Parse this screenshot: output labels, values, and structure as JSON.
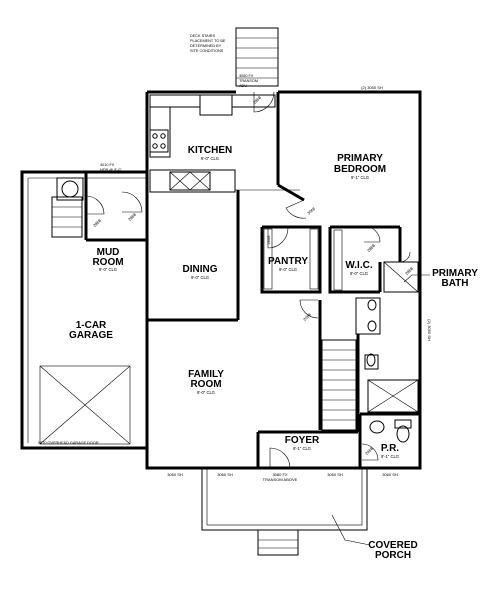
{
  "rooms": {
    "kitchen": {
      "name": "KITCHEN",
      "clg": "9'-0\" CLG"
    },
    "primary_bedroom": {
      "line1": "PRIMARY",
      "line2": "BEDROOM",
      "clg": "9'-1\" CLG"
    },
    "mud_room": {
      "line1": "MUD",
      "line2": "ROOM",
      "clg": "9'-0\" CLG"
    },
    "pantry": {
      "name": "PANTRY",
      "clg": "9'-0\" CLG"
    },
    "wic": {
      "name": "W.I.C.",
      "clg": "9'-0\" CLG"
    },
    "primary_bath": {
      "line1": "PRIMARY",
      "line2": "BATH"
    },
    "dining": {
      "name": "DINING",
      "clg": "9'-0\" CLG"
    },
    "garage": {
      "line1": "1-CAR",
      "line2": "GARAGE"
    },
    "family_room": {
      "line1": "FAMILY",
      "line2": "ROOM",
      "clg": "9'-0\" CLG"
    },
    "foyer": {
      "name": "FOYER",
      "clg": "9'-1\" CLG"
    },
    "powder_room": {
      "name": "P.R.",
      "clg": "9'-1\" CLG"
    },
    "covered_porch": {
      "line1": "COVERED",
      "line2": "PORCH"
    }
  },
  "notes": {
    "deck_stairs": [
      "DECK STAIRS",
      "PLACEMENT TO BE",
      "DETERMINED BY",
      "SITE CONDITIONS"
    ],
    "rear_door": [
      "3060 FX",
      "TRANSOM",
      "ABV."
    ],
    "garage_window": [
      "4010 FX",
      "HDR @ 8'-0\""
    ],
    "garage_door": "9070 OVERHEAD GARAGE DOOR",
    "front_door": [
      "3080 FX",
      "TRANSOM ABOVE"
    ]
  },
  "window_tags": {
    "top_bedroom": "(2) 3050 SH",
    "bath_side": "(2) 3050 SH",
    "front_1": "3060 SH",
    "front_2": "3060 SH",
    "front_3": "3060 SH",
    "front_4": "3060 SH"
  },
  "door_tags": {
    "kitchen_door": "2868",
    "bedroom_door": "3068",
    "pantry_door": "2668",
    "wic_door": "2868",
    "bath_door": "2868",
    "mud_door": "2868",
    "garage_entry": "2868",
    "closet_door": "2068",
    "pr_door": "2468"
  }
}
